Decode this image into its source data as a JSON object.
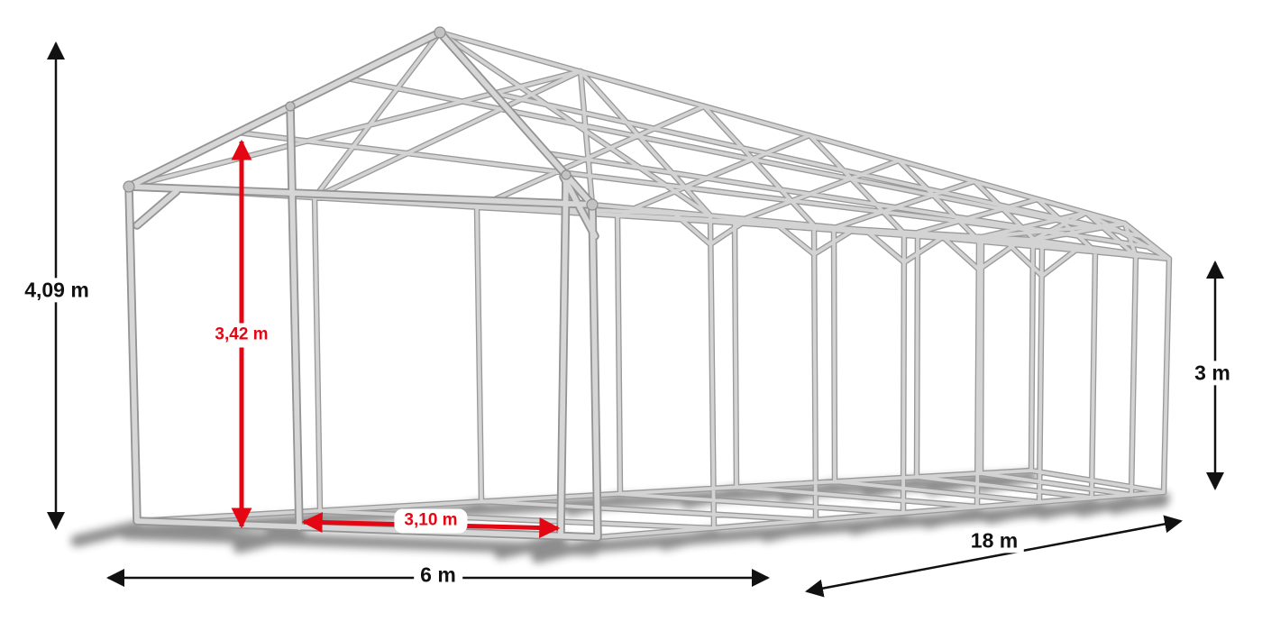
{
  "diagram": {
    "frame_color": "#c9c9c9",
    "frame_outline_color": "#9a9a9a",
    "shadow_color": "#303030",
    "dimension_color": "#111111",
    "accent_red": "#e30613",
    "background": "#ffffff",
    "dimensions": {
      "total_height": "4,09 m",
      "inner_height": "3,42 m",
      "door_width": "3,10 m",
      "width": "6 m",
      "length": "18 m",
      "side_height": "3 m"
    }
  }
}
